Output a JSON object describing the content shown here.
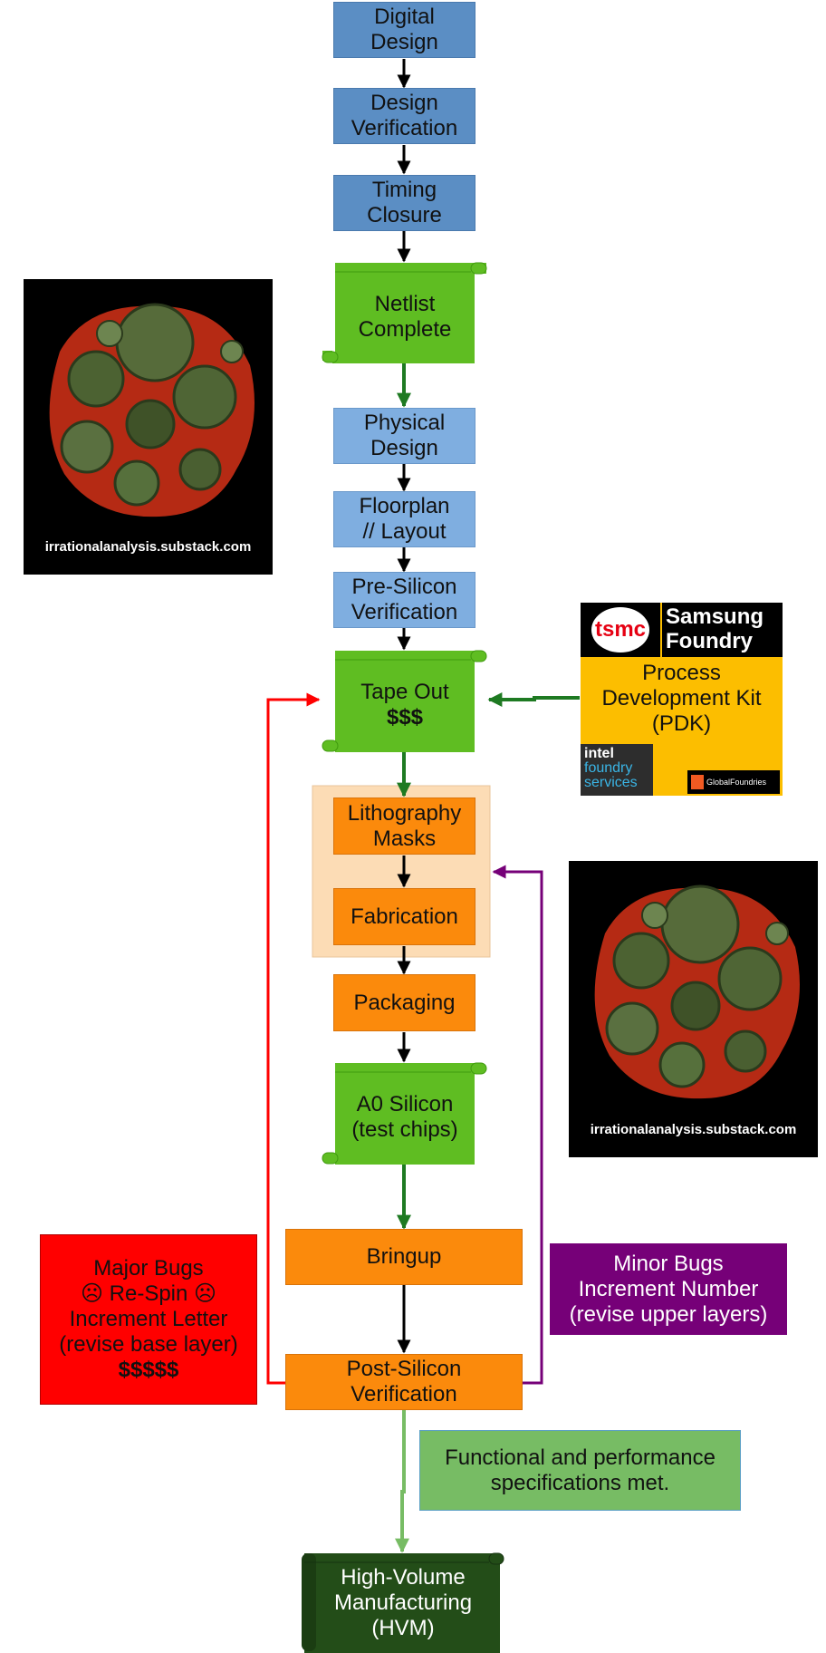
{
  "nodes": {
    "digital_design": "Digital\nDesign",
    "design_verification": "Design\nVerification",
    "timing_closure": "Timing\nClosure",
    "netlist_complete": "Netlist\nComplete",
    "physical_design": "Physical\nDesign",
    "floorplan_layout": "Floorplan\n// Layout",
    "pre_silicon_verification": "Pre-Silicon\nVerification",
    "tape_out": "Tape Out",
    "tape_out_cost": "$$$",
    "lithography_masks": "Lithography\nMasks",
    "fabrication": "Fabrication",
    "packaging": "Packaging",
    "a0_silicon": "A0 Silicon\n(test chips)",
    "bringup": "Bringup",
    "post_silicon_verification": "Post-Silicon\nVerification",
    "hvm": "High-Volume\nManufacturing\n(HVM)"
  },
  "notes": {
    "major_bugs": "Major Bugs\n☹ Re-Spin ☹\nIncrement Letter\n(revise base layer)",
    "major_bugs_cost": "$$$$$",
    "minor_bugs": "Minor Bugs\nIncrement Number\n(revise upper layers)",
    "specs_met": "Functional and performance\nspecifications met."
  },
  "pdk": {
    "label": "Process\nDevelopment Kit\n(PDK)",
    "tsmc": "tsmc",
    "samsung_line1": "Samsung",
    "samsung_line2": "Foundry",
    "intel_brand": "intel",
    "intel_line1": "foundry",
    "intel_line2": "services",
    "globalfoundries": "GlobalFoundries"
  },
  "watermarks": {
    "top_left": "irrationalanalysis.substack.com",
    "right": "irrationalanalysis.substack.com"
  },
  "colors": {
    "dark_blue": "#5b8ec4",
    "light_blue": "#7faee0",
    "green": "#5fbd22",
    "dark_green": "#234d18",
    "orange": "#fb8a0c",
    "peach": "#fcdcb5",
    "red": "#ff0000",
    "purple": "#760078",
    "light_green": "#77bc64",
    "pdk_yellow": "#fcbe00"
  }
}
